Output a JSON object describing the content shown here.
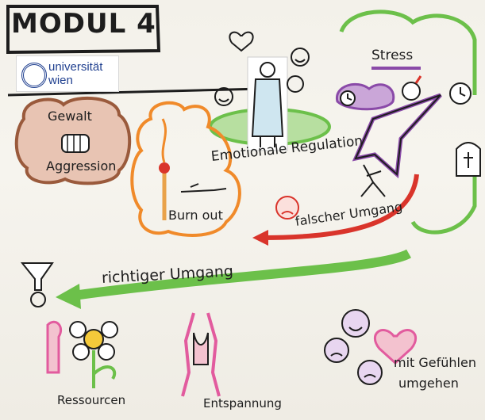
{
  "title": "MODUL 4",
  "logo": {
    "line1": "universität",
    "line2": "wien"
  },
  "labels": {
    "stress": "Stress",
    "emotionale_regulation": "Emotionale Regulation",
    "gewalt": "Gewalt",
    "aggression": "Aggression",
    "burn_out": "Burn out",
    "falscher_umgang": "falscher Umgang",
    "richtiger_umgang": "richtiger Umgang",
    "ressourcen": "Ressourcen",
    "entspannung": "Entspannung",
    "mit_gefuehlen_line1": "mit Gefühlen",
    "mit_gefuehlen_line2": "umgehen"
  },
  "icons": [
    "heart-icon",
    "smiley-icon",
    "person-figure-icon",
    "clock-icon",
    "bomb-icon",
    "gravestone-icon",
    "sad-face-icon",
    "flower-icon",
    "funnel-icon",
    "matchstick-icon",
    "fist-icon"
  ],
  "colors": {
    "green": "#6cc04a",
    "purple": "#8a4aa8",
    "orange": "#f08a2a",
    "red": "#d9342b",
    "pink": "#e25b9e",
    "brown": "#9a5a3c",
    "ink": "#1d1d1d"
  }
}
